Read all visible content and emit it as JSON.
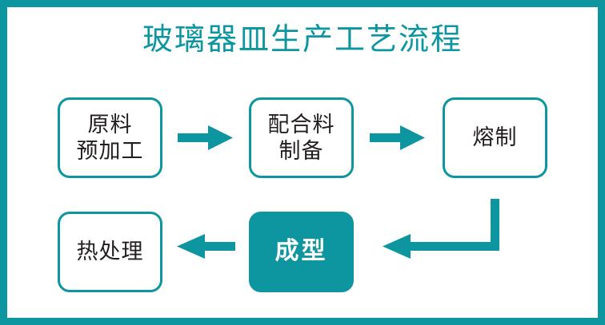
{
  "frame": {
    "accent_color": "#0d96a0",
    "background_color": "#ffffff",
    "text_color": "#231f20"
  },
  "header": {
    "title": "玻璃器皿生产工艺流程"
  },
  "diagram": {
    "type": "flowchart",
    "nodes": [
      {
        "id": "raw",
        "label": "原料\n预加工",
        "style": "outline",
        "row": 1,
        "col": 1
      },
      {
        "id": "batch",
        "label": "配合料\n制备",
        "style": "outline",
        "row": 1,
        "col": 2
      },
      {
        "id": "melt",
        "label": "熔制",
        "style": "outline",
        "row": 1,
        "col": 3
      },
      {
        "id": "heat",
        "label": "热处理",
        "style": "outline",
        "row": 2,
        "col": 1
      },
      {
        "id": "form",
        "label": "成型",
        "style": "filled",
        "row": 2,
        "col": 2
      }
    ],
    "edges": [
      {
        "from": "raw",
        "to": "batch",
        "direction": "right",
        "shape": "straight"
      },
      {
        "from": "batch",
        "to": "melt",
        "direction": "right",
        "shape": "straight"
      },
      {
        "from": "melt",
        "to": "form",
        "direction": "left",
        "shape": "elbow-down-left"
      },
      {
        "from": "form",
        "to": "heat",
        "direction": "left",
        "shape": "straight"
      }
    ]
  }
}
